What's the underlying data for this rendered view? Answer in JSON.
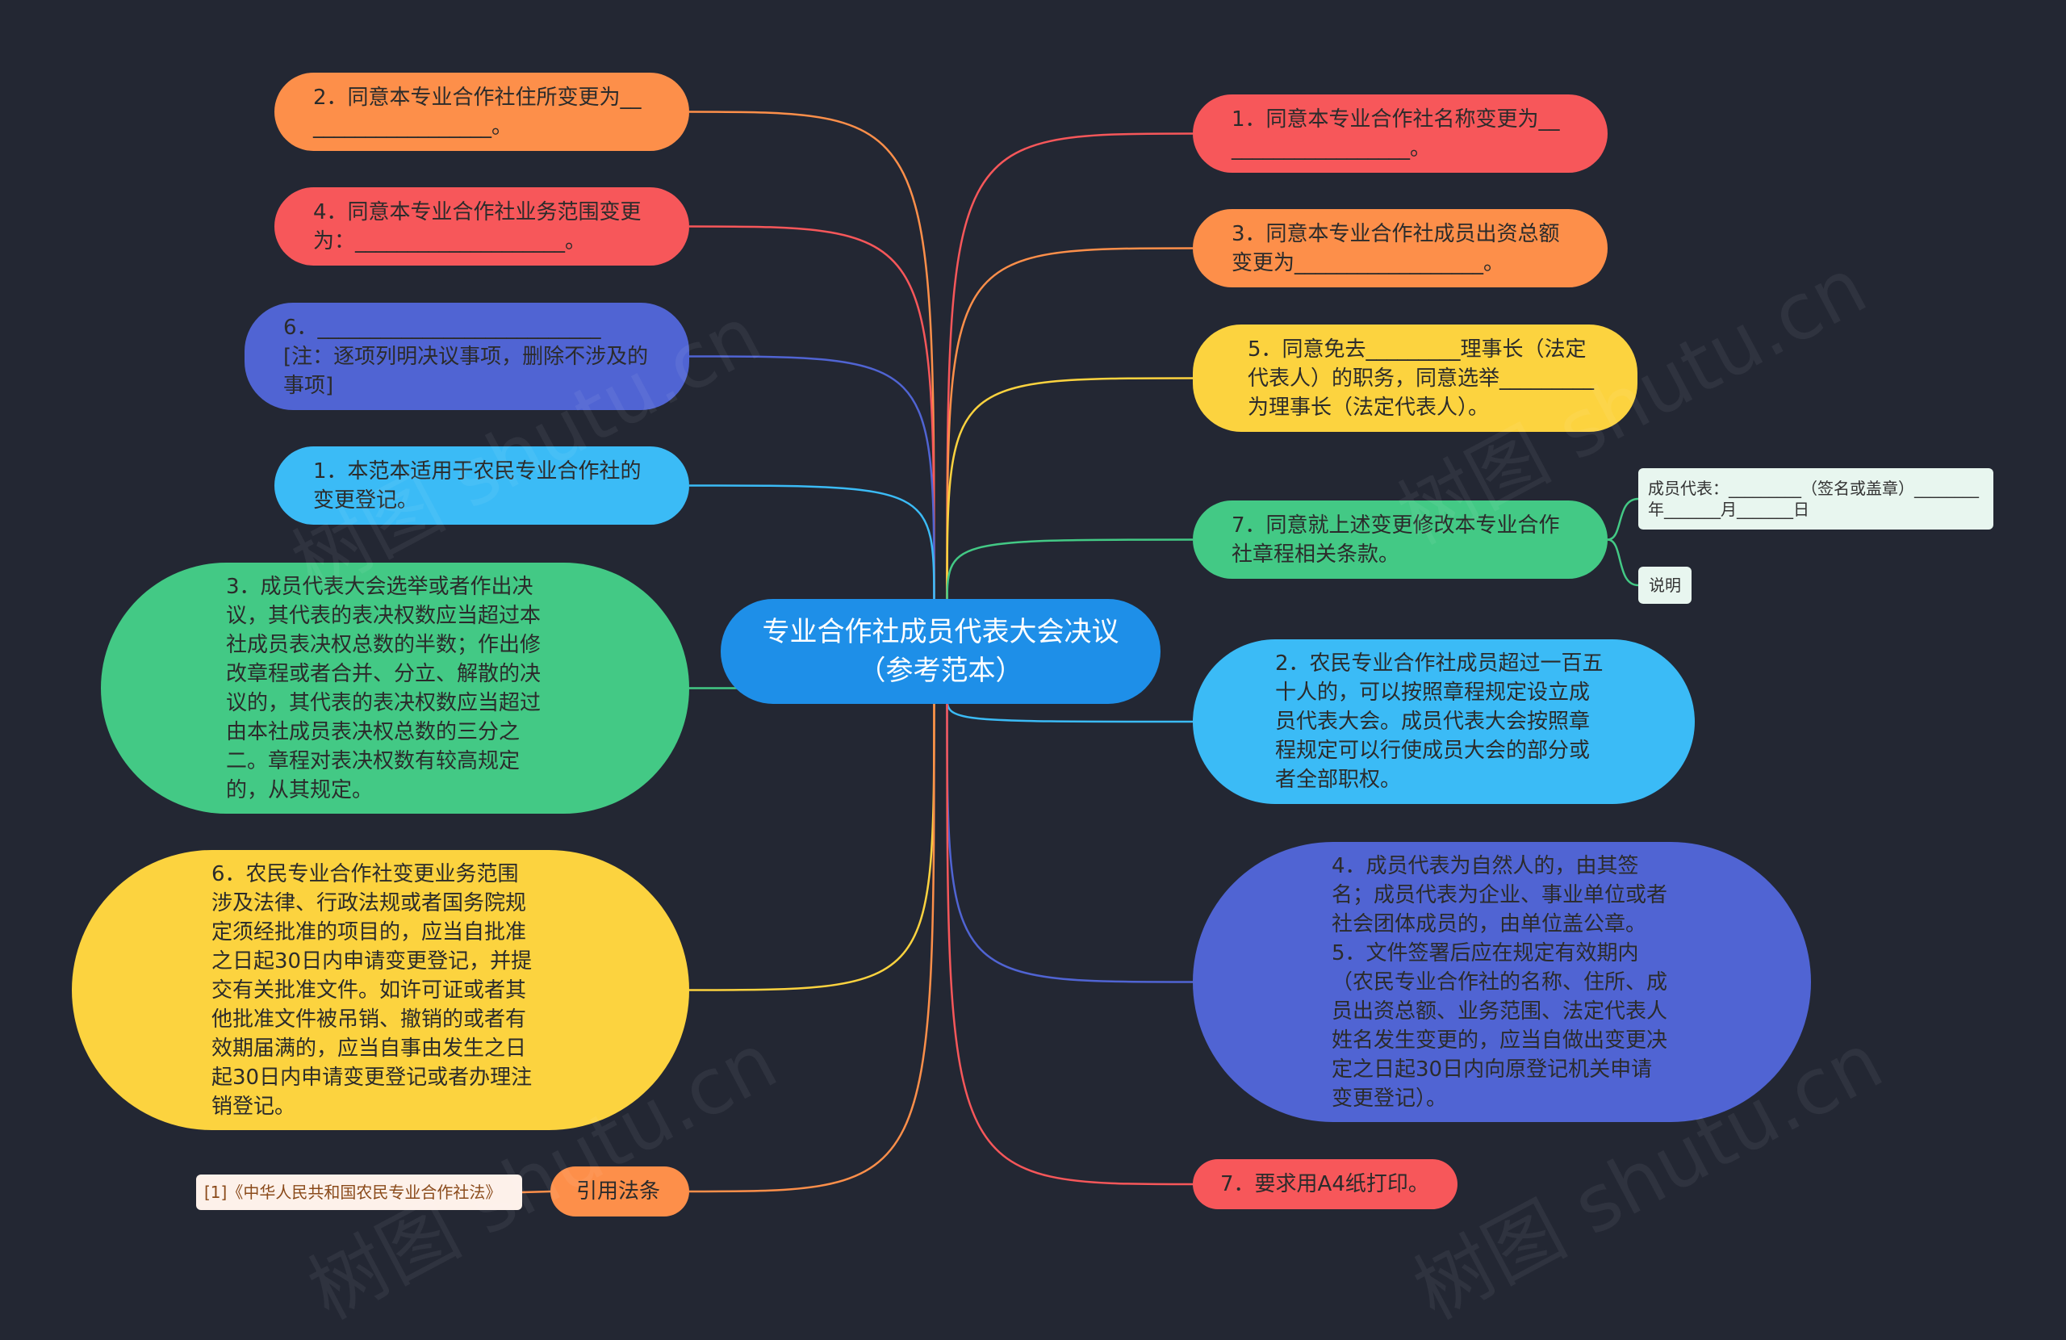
{
  "root": {
    "text": "专业合作社成员代表大会决议（参考范本）",
    "color": "#1e8fe8"
  },
  "left": [
    {
      "id": "l1",
      "text": "2．同意本专业合作社住所变更为___________________。",
      "color": "#fd8f4a"
    },
    {
      "id": "l2",
      "text": "4．同意本专业合作社业务范围变更为：____________________。",
      "color": "#f7575a"
    },
    {
      "id": "l3",
      "text": "6．___________________________[注：逐项列明决议事项，删除不涉及的事项]",
      "color": "#5064d3"
    },
    {
      "id": "l4",
      "text": "1．本范本适用于农民专业合作社的变更登记。",
      "color": "#3bbbf6"
    },
    {
      "id": "l5",
      "text": "3．成员代表大会选举或者作出决议，其代表的表决权数应当超过本社成员表决权总数的半数；作出修改章程或者合并、分立、解散的决议的，其代表的表决权数应当超过由本社成员表决权总数的三分之二。章程对表决权数有较高规定的，从其规定。",
      "color": "#43c985"
    },
    {
      "id": "l6",
      "text": "6．农民专业合作社变更业务范围涉及法律、行政法规或者国务院规定须经批准的项目的，应当自批准之日起30日内申请变更登记，并提交有关批准文件。如许可证或者其他批准文件被吊销、撤销的或者有效期届满的，应当自事由发生之日起30日内申请变更登记或者办理注销登记。",
      "color": "#fcd33f"
    },
    {
      "id": "l7",
      "text": "引用法条",
      "color": "#fd8f4a"
    }
  ],
  "right": [
    {
      "id": "r1",
      "text": "1．同意本专业合作社名称变更为___________________。",
      "color": "#f7575a"
    },
    {
      "id": "r2",
      "text": "3．同意本专业合作社成员出资总额变更为__________________。",
      "color": "#fd8f4a"
    },
    {
      "id": "r3",
      "text": "5．同意免去_________理事长（法定代表人）的职务，同意选举_________为理事长（法定代表人）。",
      "color": "#fcd33f"
    },
    {
      "id": "r4",
      "text": "7．同意就上述变更修改本专业合作社章程相关条款。",
      "color": "#43c985"
    },
    {
      "id": "r5",
      "text": "2．农民专业合作社成员超过一百五十人的，可以按照章程规定设立成员代表大会。成员代表大会按照章程规定可以行使成员大会的部分或者全部职权。",
      "color": "#3bbbf6"
    },
    {
      "id": "r6",
      "text": "4．成员代表为自然人的，由其签名；成员代表为企业、事业单位或者社会团体成员的，由单位盖公章。5．文件签署后应在规定有效期内（农民专业合作社的名称、住所、成员出资总额、业务范围、法定代表人姓名发生变更的，应当自做出变更决定之日起30日内向原登记机关申请变更登记）。",
      "color": "#5064d3"
    },
    {
      "id": "r7",
      "text": "7．要求用A4纸打印。",
      "color": "#f7575a"
    }
  ],
  "sub": {
    "signature": "成员代表：_________（签名或盖章）________年_______月_______日",
    "note": "说明",
    "law": "[1]《中华人民共和国农民专业合作社法》"
  },
  "watermark": "树图 shutu.cn"
}
